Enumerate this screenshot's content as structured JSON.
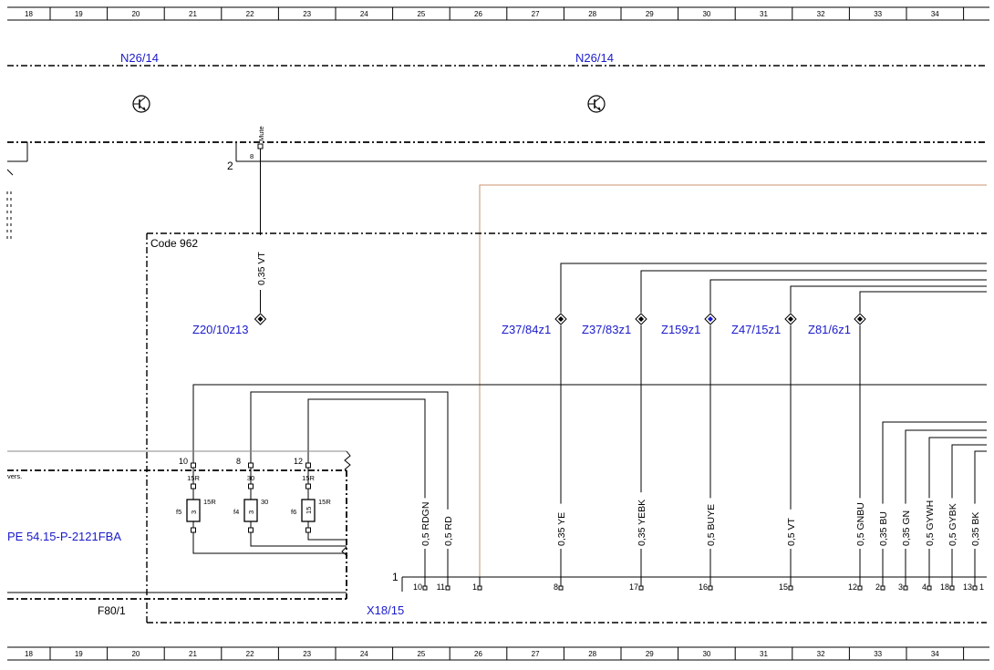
{
  "ruler": [
    "18",
    "19",
    "20",
    "21",
    "22",
    "23",
    "24",
    "25",
    "26",
    "27",
    "28",
    "29",
    "30",
    "31",
    "32",
    "33",
    "34"
  ],
  "modules": {
    "n26_left": "N26/14",
    "n26_right": "N26/14",
    "mute_label": "Mute",
    "mute_pin": "8",
    "pin_2": "2",
    "code_block": "Code 962",
    "left_module": "PE 54.15-P-2121FBA",
    "left_module_fragment": "vers.",
    "fuse_box": "F80/1",
    "connector": "X18/15",
    "connector_pin1": "1"
  },
  "mute_wire": "0,35 VT",
  "splices": [
    {
      "id": "Z20/10z13"
    },
    {
      "id": "Z37/84z1"
    },
    {
      "id": "Z37/83z1"
    },
    {
      "id": "Z159z1"
    },
    {
      "id": "Z47/15z1"
    },
    {
      "id": "Z81/6z1"
    }
  ],
  "fuses": [
    {
      "name": "f5",
      "pin": "10",
      "terminal": "15R",
      "inner": "3",
      "rating": "15R"
    },
    {
      "name": "f4",
      "pin": "8",
      "terminal": "30",
      "inner": "3",
      "rating": "30"
    },
    {
      "name": "f6",
      "pin": "12",
      "terminal": "15R",
      "inner": "15",
      "rating": "15R"
    }
  ],
  "wires": [
    {
      "label": "0,5 RDGN",
      "pin": "10"
    },
    {
      "label": "0,5 RD",
      "pin": "11"
    },
    {
      "label": "",
      "pin": "1"
    },
    {
      "label": "0,35 YE",
      "pin": "8"
    },
    {
      "label": "0,35 YEBK",
      "pin": "17"
    },
    {
      "label": "0,5 BUYE",
      "pin": "16"
    },
    {
      "label": "0,5 VT",
      "pin": "15"
    },
    {
      "label": "0,5 GNBU",
      "pin": "12"
    },
    {
      "label": "0,35 BU",
      "pin": "2"
    },
    {
      "label": "0,35 GN",
      "pin": "3"
    },
    {
      "label": "0,5 GYWH",
      "pin": "4"
    },
    {
      "label": "0,5 GYBK",
      "pin": "18"
    },
    {
      "label": "0,35 BK",
      "pin": "13"
    },
    {
      "label": "",
      "pin": "1"
    }
  ],
  "colors": {
    "label_blue": "#1a1acc",
    "shield_wire": "#c8906e",
    "line": "#000000"
  }
}
